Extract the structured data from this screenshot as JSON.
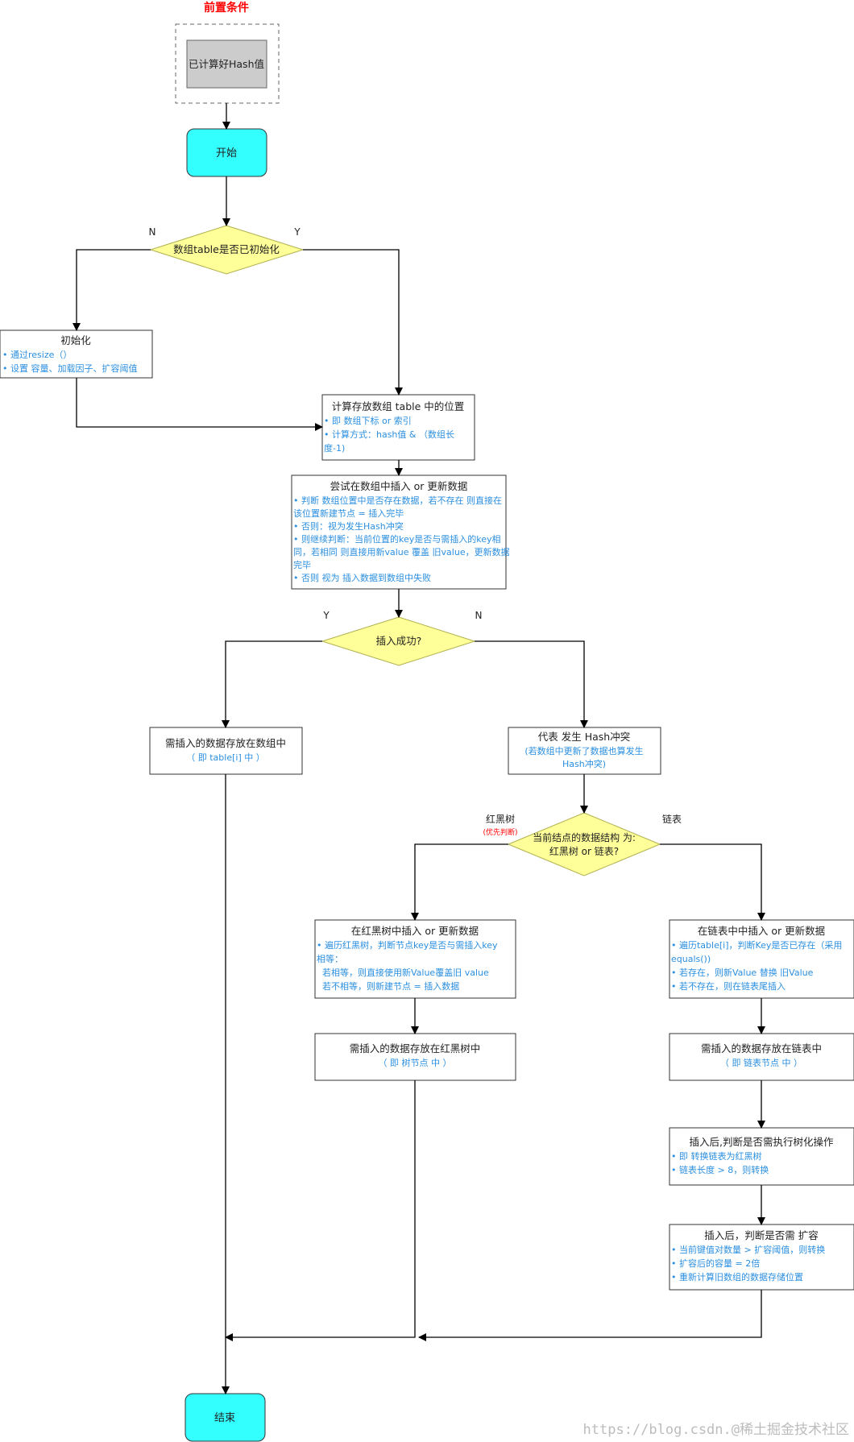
{
  "precondition": {
    "header": "前置条件",
    "box": "已计算好Hash值"
  },
  "start": "开始",
  "end": "结束",
  "decision_init": {
    "text": "数组table是否已初始化",
    "no": "N",
    "yes": "Y"
  },
  "init_box": {
    "title": "初始化",
    "bullets": [
      "• 通过resize（）",
      "• 设置 容量、加载因子、扩容阈值"
    ]
  },
  "calc_box": {
    "title": "计算存放数组 table 中的位置",
    "bullets": [
      "• 即 数组下标 or 索引",
      "• 计算方式：hash值 & （数组长",
      "度-1)"
    ]
  },
  "insert_box": {
    "title": "尝试在数组中插入 or 更新数据",
    "bullets": [
      "• 判断 数组位置中是否存在数据，若不存在 则直接在",
      "该位置新建节点 =  插入完毕",
      "• 否则：视为发生Hash冲突",
      "• 则继续判断：当前位置的key是否与需插入的key相",
      "同，若相同 则直接用新value 覆盖 旧value，更新数据",
      "完毕",
      "• 否则 视为 插入数据到数组中失败"
    ]
  },
  "decision_success": {
    "text": "插入成功?",
    "yes": "Y",
    "no": "N"
  },
  "stored_array_box": {
    "title": "需插入的数据存放在数组中",
    "bullets": [
      "（ 即 table[i] 中 ）"
    ]
  },
  "collision_box": {
    "title": "代表 发生 Hash冲突",
    "bullets": [
      "(若数组中更新了数据也算发生",
      "Hash冲突)"
    ]
  },
  "decision_struct": {
    "line1": "当前结点的数据结构 为:",
    "line2": "红黑树 or 链表?",
    "left_label": "红黑树",
    "left_note": "(优先判断)",
    "right_label": "链表"
  },
  "rbtree_insert_box": {
    "title": "在红黑树中插入 or 更新数据",
    "bullets": [
      "• 遍历红黑树，判断节点key是否与需插入key",
      "相等：",
      "  若相等，则直接使用新Value覆盖旧 value",
      "  若不相等，则新建节点 = 插入数据"
    ]
  },
  "list_insert_box": {
    "title": "在链表中中插入 or 更新数据",
    "bullets": [
      "• 遍历table[i]，判断Key是否已存在（采用",
      "equals())",
      "• 若存在，则新Value 替换 旧Value",
      "• 若不存在，则在链表尾插入"
    ]
  },
  "stored_tree_box": {
    "title": "需插入的数据存放在红黑树中",
    "bullets": [
      "（ 即 树节点 中 ）"
    ]
  },
  "stored_list_box": {
    "title": "需插入的数据存放在链表中",
    "bullets": [
      "（ 即 链表节点 中 ）"
    ]
  },
  "treeify_box": {
    "title": "插入后,判断是否需执行树化操作",
    "bullets": [
      "• 即 转换链表为红黑树",
      "• 链表长度 > 8，则转换"
    ]
  },
  "resize_box": {
    "title": "插入后，判断是否需 扩容",
    "bullets": [
      "• 当前键值对数量 > 扩容阈值，则转换",
      "• 扩容后的容量 = 2倍",
      "• 重新计算旧数组的数据存储位置"
    ]
  },
  "watermark": "https://blog.csdn.@稀土掘金技术社区",
  "colors": {
    "precondition_header": "#ff0000",
    "terminal_fill": "#33ffff",
    "decision_fill": "#ffff99",
    "decision_stroke": "#b0b050",
    "precondition_box_fill": "#cccccc",
    "bullet_text": "#2b8fe0",
    "red_note": "#ff0000"
  }
}
